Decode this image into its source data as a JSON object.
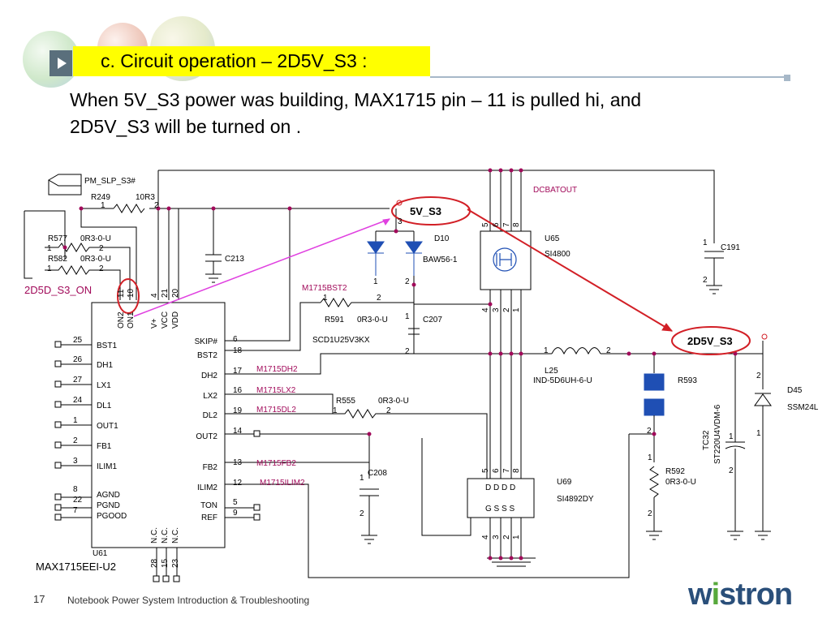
{
  "slide": {
    "title": "c. Circuit operation – 2D5V_S3 :",
    "body_line1": "When 5V_S3 power was building, MAX1715 pin – 11 is pulled hi, and",
    "body_line2": "2D5V_S3 will be turned on .",
    "page_number": "17",
    "footer_text": "Notebook Power System Introduction & Troubleshooting",
    "logo_pre": "w",
    "logo_accent": "i",
    "logo_post": "stron"
  },
  "colors": {
    "wire": "#000000",
    "net": "#a10a5a",
    "highlight": "#d21f26",
    "pink": "#e040e0",
    "title_bg": "#ffff00",
    "parts": "#1f4fb4"
  },
  "schematic": {
    "ic": {
      "ref": "U61",
      "part": "MAX1715EEI-U2",
      "left_pins": [
        {
          "num": "25",
          "name": "BST1"
        },
        {
          "num": "26",
          "name": "DH1"
        },
        {
          "num": "27",
          "name": "LX1"
        },
        {
          "num": "24",
          "name": "DL1"
        },
        {
          "num": "1",
          "name": "OUT1"
        },
        {
          "num": "2",
          "name": "FB1"
        },
        {
          "num": "3",
          "name": "ILIM1"
        },
        {
          "num": "8",
          "name": "AGND"
        },
        {
          "num": "22",
          "name": "PGND"
        },
        {
          "num": "7",
          "name": "PGOOD"
        }
      ],
      "right_pins": [
        {
          "num": "6",
          "name": "SKIP#"
        },
        {
          "num": "18",
          "name": "BST2"
        },
        {
          "num": "17",
          "name": "DH2"
        },
        {
          "num": "16",
          "name": "LX2"
        },
        {
          "num": "19",
          "name": "DL2"
        },
        {
          "num": "14",
          "name": "OUT2"
        },
        {
          "num": "13",
          "name": "FB2"
        },
        {
          "num": "12",
          "name": "ILIM2"
        },
        {
          "num": "5",
          "name": "TON"
        },
        {
          "num": "9",
          "name": "REF"
        }
      ],
      "top_pins": [
        {
          "num": "11",
          "name": "ON2"
        },
        {
          "num": "10",
          "name": "ON1"
        },
        {
          "num": "4",
          "name": "V+"
        },
        {
          "num": "21",
          "name": "VCC"
        },
        {
          "num": "20",
          "name": "VDD"
        }
      ],
      "bottom_pins": [
        {
          "num": "28",
          "name": "N.C."
        },
        {
          "num": "15",
          "name": "N.C."
        },
        {
          "num": "23",
          "name": "N.C."
        }
      ]
    },
    "nets": {
      "pm_slp": "PM_SLP_S3#",
      "on_net": "2D5D_S3_ON",
      "dcbatout": "DCBATOUT",
      "v5": "5V_S3",
      "v25": "2D5V_S3",
      "bst2": "M1715BST2",
      "dh2": "M1715DH2",
      "lx2": "M1715LX2",
      "dl2": "M1715DL2",
      "fb2": "M1715FB2",
      "ilim2": "M1715ILIM2"
    },
    "parts": {
      "r249": {
        "ref": "R249",
        "value": "10R3",
        "p1": "1",
        "p2": "2"
      },
      "r577": {
        "ref": "R577",
        "value": "0R3-0-U",
        "p1": "1",
        "p2": "2"
      },
      "r582": {
        "ref": "R582",
        "value": "0R3-0-U",
        "p1": "1",
        "p2": "2"
      },
      "c213": {
        "ref": "C213"
      },
      "d10": {
        "ref": "D10",
        "value": "BAW56-1",
        "p3": "3",
        "p1": "1",
        "p2": "2"
      },
      "r591": {
        "ref": "R591",
        "value": "0R3-0-U",
        "p1": "1",
        "p2": "2"
      },
      "c207": {
        "ref": "C207",
        "value": "SCD1U25V3KX",
        "p1": "1",
        "p2": "2"
      },
      "u65": {
        "ref": "U65",
        "value": "SI4800",
        "top": [
          "5",
          "6",
          "7",
          "8"
        ],
        "bottom": [
          "4",
          "3",
          "2",
          "1"
        ]
      },
      "c191": {
        "ref": "C191",
        "p1": "1",
        "p2": "2"
      },
      "l25": {
        "ref": "L25",
        "value": "IND-5D6UH-6-U",
        "p1": "1",
        "p2": "2"
      },
      "r555": {
        "ref": "R555",
        "value": "0R3-0-U",
        "p1": "1",
        "p2": "2"
      },
      "r593": {
        "ref": "R593"
      },
      "c208": {
        "ref": "C208",
        "p1": "1",
        "p2": "2"
      },
      "u69": {
        "ref": "U69",
        "value": "SI4892DY",
        "top": [
          "5",
          "6",
          "7",
          "8"
        ],
        "bottom": [
          "4",
          "3",
          "2",
          "1"
        ],
        "row1": "D  D D D",
        "row2": "G  S S S"
      },
      "tc32": {
        "ref": "TC32",
        "value": "ST220U4VDM-6",
        "p1": "1",
        "p2": "2"
      },
      "r592": {
        "ref": "R592",
        "value": "0R3-0-U",
        "p1": "1",
        "p2": "2"
      },
      "d45": {
        "ref": "D45",
        "value": "SSM24L",
        "p1": "1",
        "p2": "2"
      },
      "cr2": {
        "p2": "2"
      }
    }
  }
}
